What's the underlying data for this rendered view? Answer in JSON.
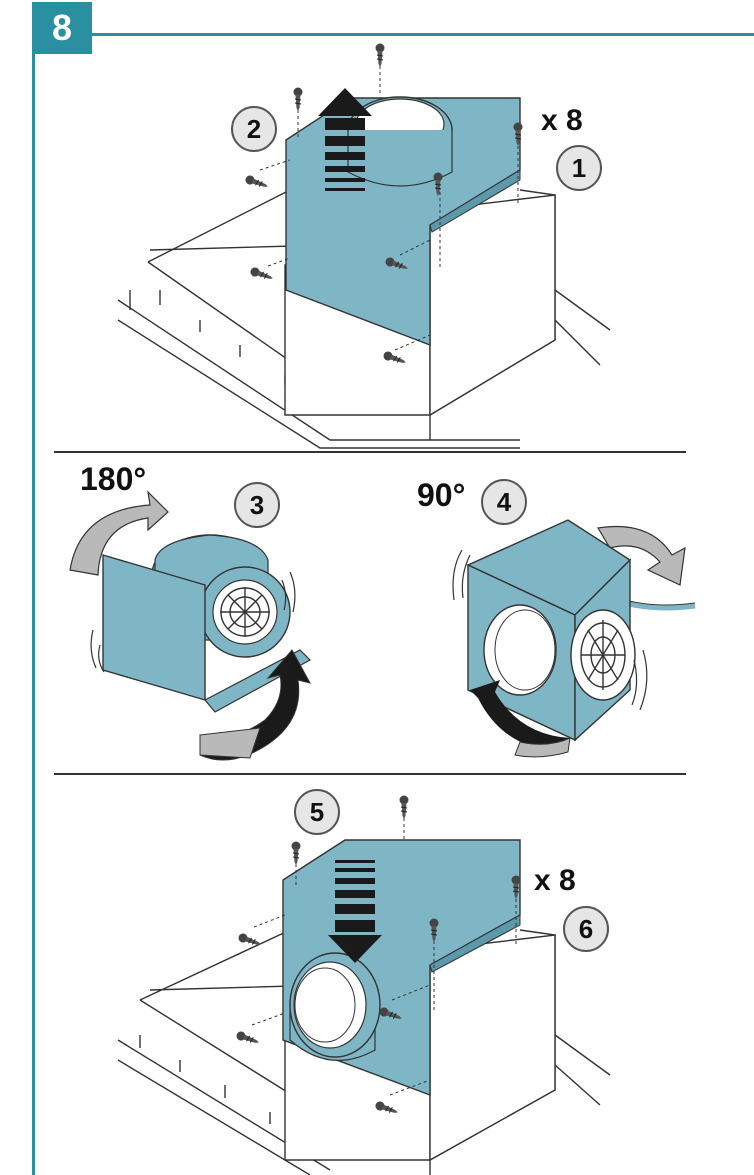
{
  "step_number": "8",
  "panel1": {
    "step_a": "2",
    "step_b": "1",
    "screw_count": "x 8"
  },
  "panel2": {
    "step_left": "3",
    "angle_left": "180°",
    "step_right": "4",
    "angle_right": "90°"
  },
  "panel3": {
    "step_a": "5",
    "step_b": "6",
    "screw_count": "x 8"
  },
  "colors": {
    "accent": "#2a8fa0",
    "motor_blue": "#7fb6c6",
    "badge_gray": "#e6e6e6",
    "arrow_gray": "#b9b9b9"
  },
  "icons": [
    "screw-icon",
    "arrow-up-icon",
    "arrow-down-icon",
    "rotate-arrow-icon"
  ]
}
